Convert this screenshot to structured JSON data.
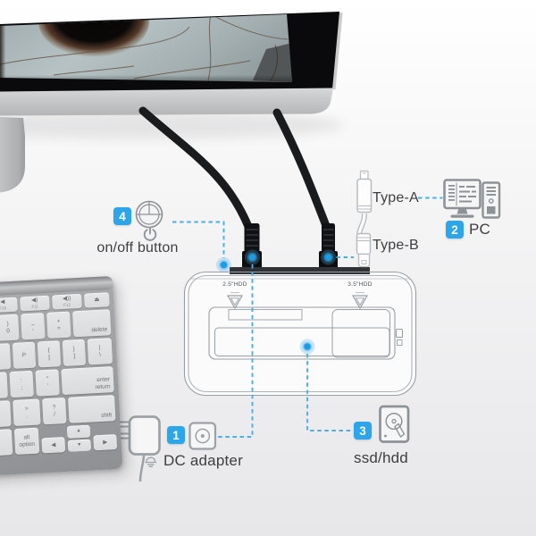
{
  "colors": {
    "accent_blue": "#2ca6e9",
    "dash_blue": "#4aafe9",
    "dot_blue": "#1b9ce6",
    "icon_gray": "#8d9297",
    "outline_gray": "#99a0a5",
    "text_dark": "#3e3e40"
  },
  "callouts": {
    "power_button": {
      "number": "4",
      "label": "on/off button"
    },
    "pc": {
      "number": "2",
      "label": "PC"
    },
    "dc_adapter": {
      "number": "1",
      "label": "DC adapter"
    },
    "ssd_hdd": {
      "number": "3",
      "label": "ssd/hdd"
    },
    "type_a": {
      "label": "Type-A"
    },
    "type_b": {
      "label": "Type-B"
    }
  },
  "dock": {
    "bay_left": "2.5\"HDD",
    "bay_right": "3.5\"HDD"
  },
  "icons": {
    "power_button_top": "push-button-top-icon",
    "power_symbol": "power-symbol-icon",
    "pc": "desktop-pc-icon",
    "dc_adapter": "wall-adapter-icon",
    "dc_jack": "dc-jack-icon",
    "hdd": "hard-drive-icon",
    "usb_cable": "usb-a-b-cable-icon",
    "bay_arrow": "insert-arrow-icon"
  },
  "keyboard": {
    "rows": [
      [
        {
          "b": "◀",
          "s": "F10"
        },
        {
          "b": "◀)",
          "s": "F11"
        },
        {
          "b": "◀))",
          "s": "F12"
        },
        {
          "b": "⏏"
        }
      ],
      [
        {
          "t": ")",
          "b": "0"
        },
        {
          "t": "_",
          "b": "-"
        },
        {
          "t": "+",
          "b": "="
        },
        {
          "b": "delete"
        }
      ],
      [
        {
          "b": "P"
        },
        {
          "t": "{",
          "b": "["
        },
        {
          "t": "}",
          "b": "]"
        },
        {
          "t": "|",
          "b": "\\"
        }
      ],
      [
        {
          "t": ":",
          "b": ";"
        },
        {
          "t": "\"",
          "b": "'"
        },
        {
          "t": "enter",
          "b": "return"
        }
      ],
      [
        {
          "t": ">",
          "b": "."
        },
        {
          "t": "?",
          "b": "/"
        },
        {
          "b": "shift"
        }
      ],
      [
        {
          "t": "alt",
          "b": "option"
        },
        {
          "b": "◀"
        },
        {
          "t": "▲",
          "b": "▼"
        },
        {
          "b": "▶"
        }
      ]
    ]
  }
}
